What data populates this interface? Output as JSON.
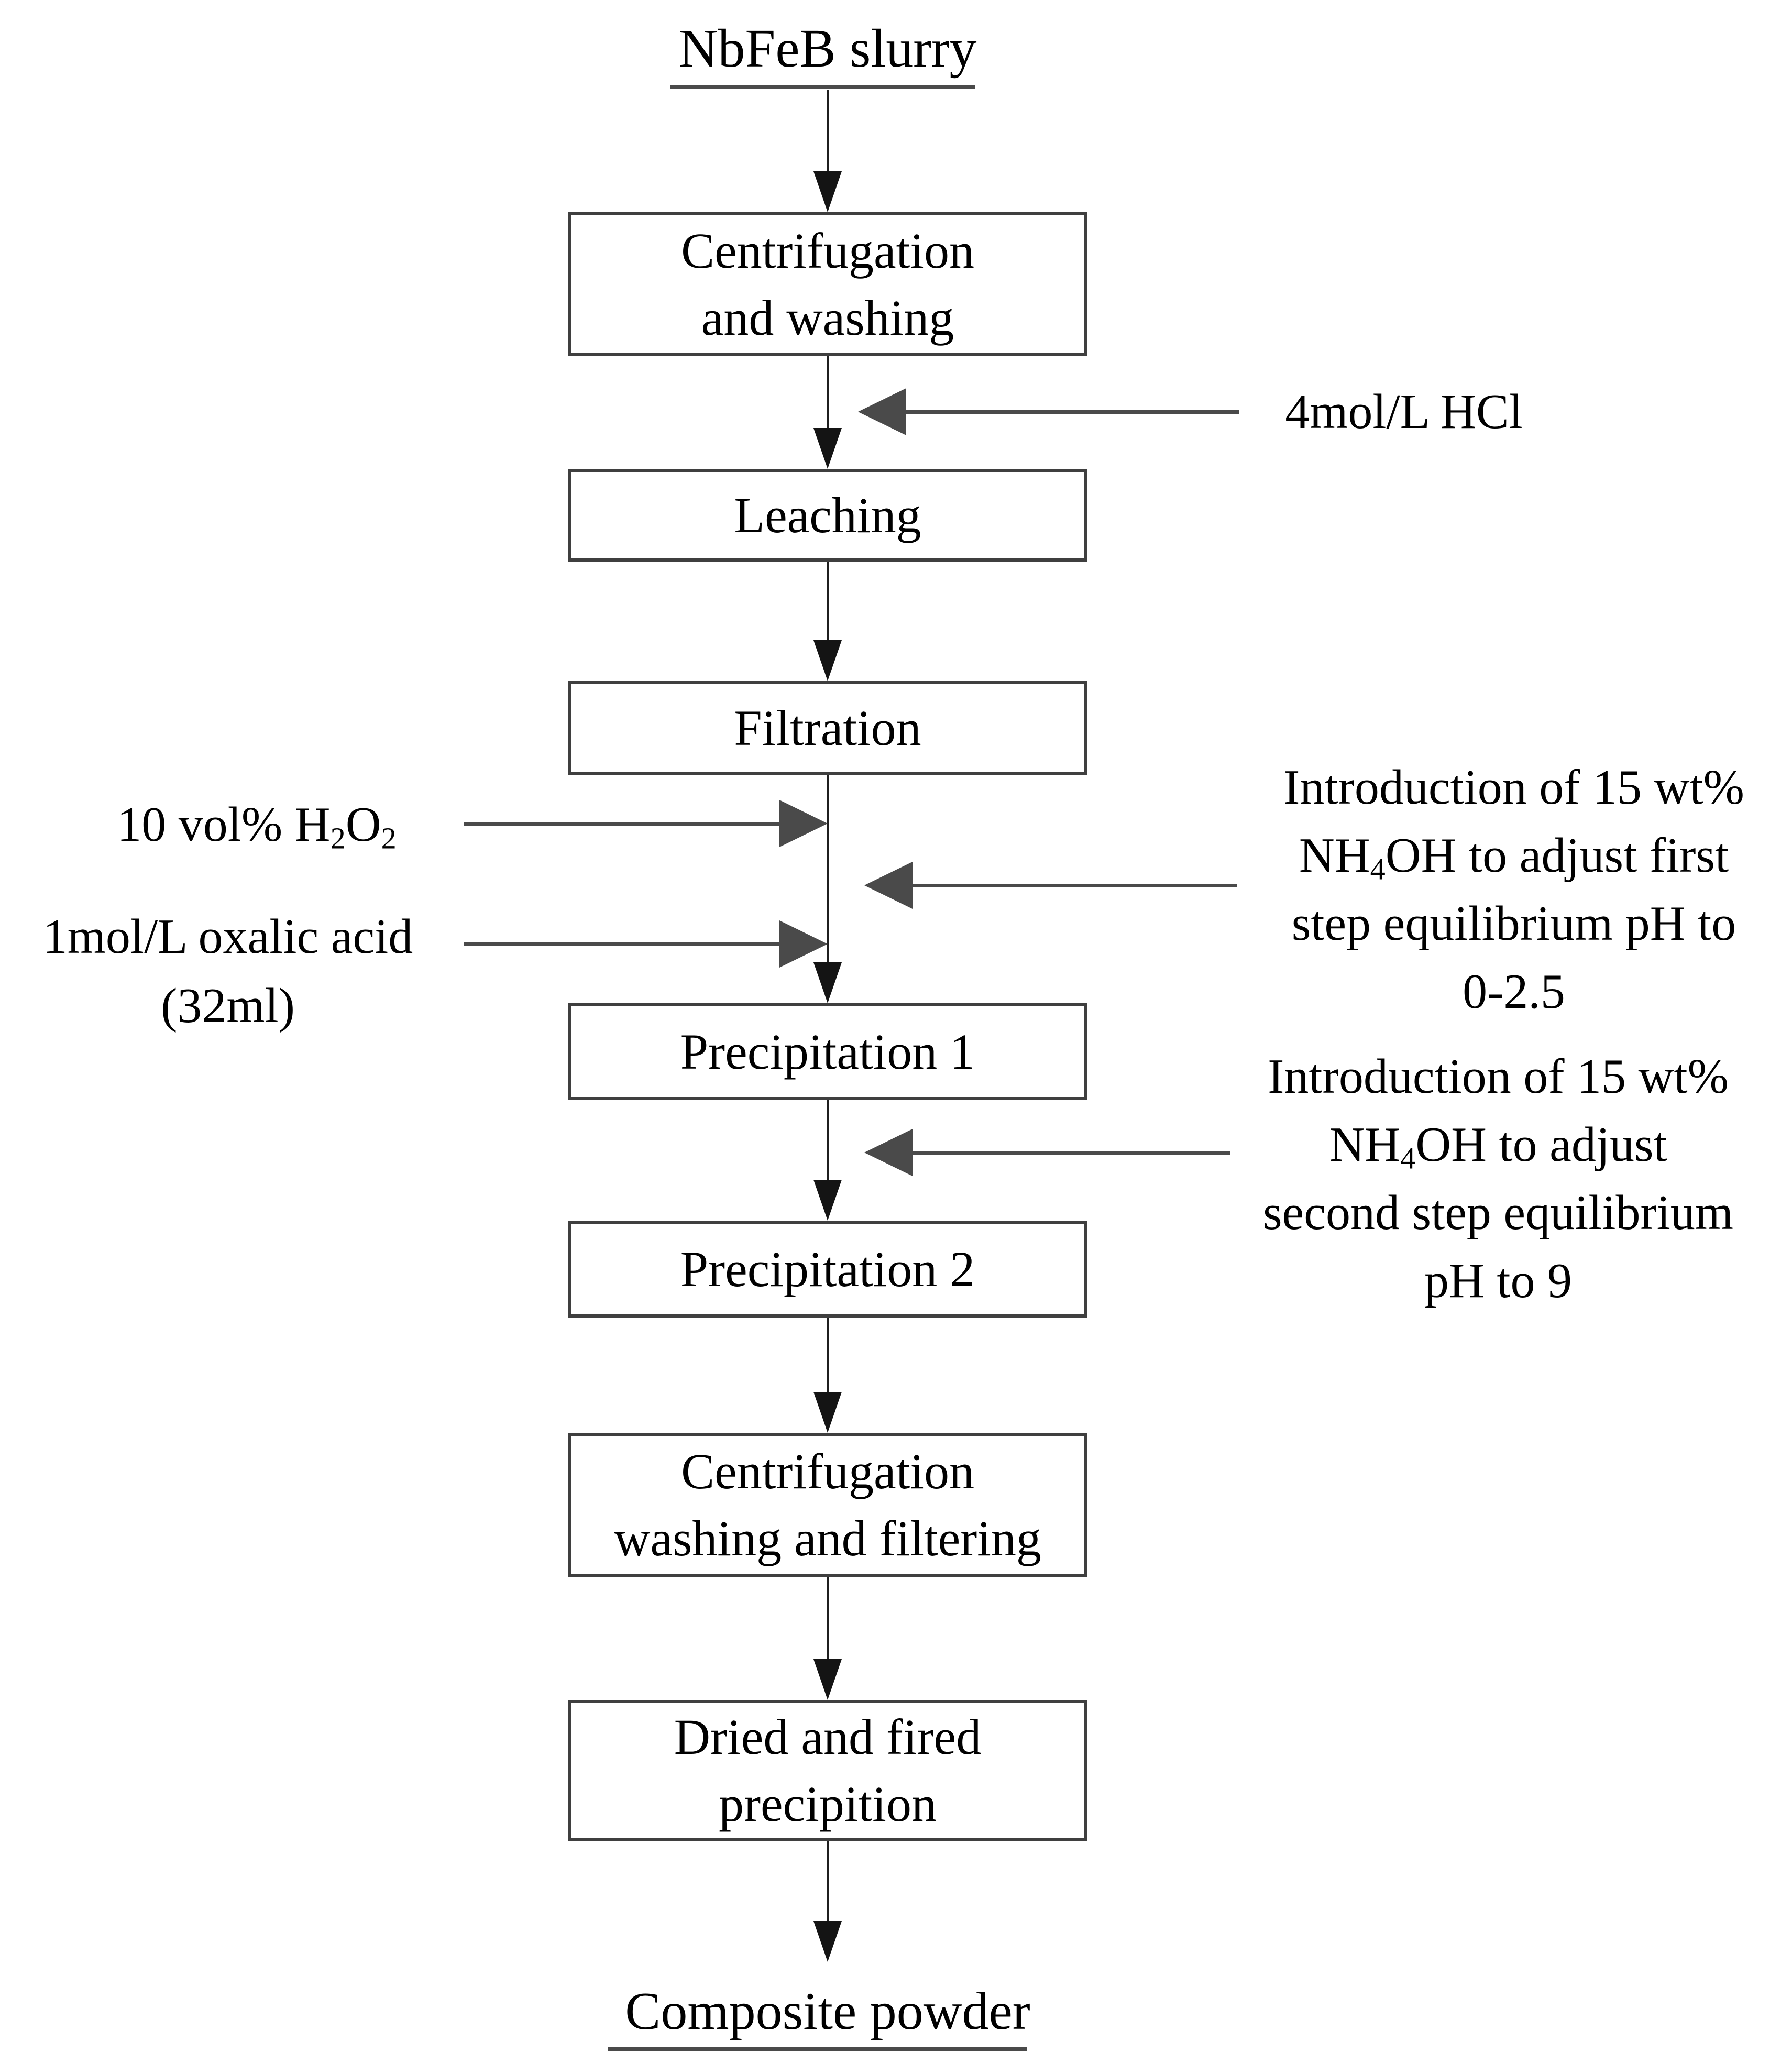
{
  "title": "NbFeB slurry",
  "boxes": [
    {
      "id": "centrifugation-and-washing",
      "lines": [
        "Centrifugation",
        "and washing"
      ]
    },
    {
      "id": "leaching",
      "lines": [
        "Leaching"
      ]
    },
    {
      "id": "filtration",
      "lines": [
        "Filtration"
      ]
    },
    {
      "id": "precipitation-1",
      "lines": [
        "Precipitation 1"
      ]
    },
    {
      "id": "precipitation-2",
      "lines": [
        "Precipitation 2"
      ]
    },
    {
      "id": "centrifugation-washing-filtering",
      "lines": [
        "Centrifugation",
        "washing and filtering"
      ]
    },
    {
      "id": "dried-and-fired",
      "lines": [
        "Dried and fired",
        "precipition"
      ]
    }
  ],
  "inputs": {
    "hcl": "4mol/L HCl",
    "h2o2": "10 vol% H~2~O~2~",
    "oxalic": [
      "1mol/L oxalic acid",
      "(32ml)"
    ],
    "nh4oh_first": [
      "Introduction of 15 wt%",
      "NH~4~OH to adjust first",
      "step equilibrium pH to",
      "0-2.5"
    ],
    "nh4oh_second": [
      "Introduction of 15 wt%",
      "NH~4~OH to adjust",
      "second step equilibrium",
      "pH to 9"
    ]
  },
  "output": "Composite powder",
  "colors": {
    "background": "#ffffff",
    "text": "#000000",
    "box_border": "#3f3f3f",
    "connector_line": "#1f1f1f",
    "vertical_arrowhead": "#141414",
    "horizontal_arrow": "#4a4a4a"
  }
}
